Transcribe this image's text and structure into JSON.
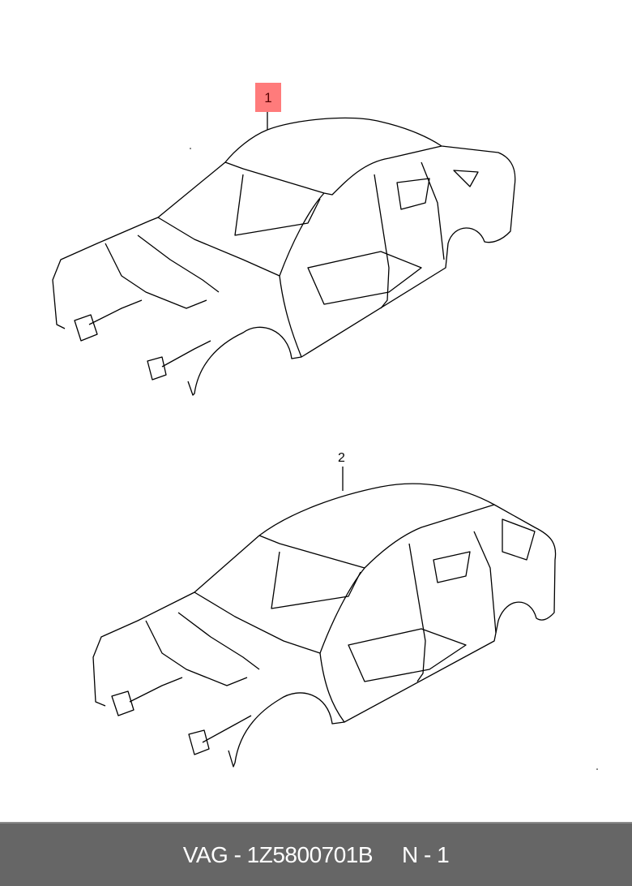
{
  "callouts": [
    {
      "number": "1",
      "highlighted": true,
      "highlight_color": "#ff7b7b"
    },
    {
      "number": "2",
      "highlighted": false
    }
  ],
  "footer": {
    "brand": "VAG",
    "part_number": "1Z5800701B",
    "brand_part_label": "VAG - 1Z5800701B",
    "position_label": "N - 1",
    "background_color": "#666666"
  }
}
